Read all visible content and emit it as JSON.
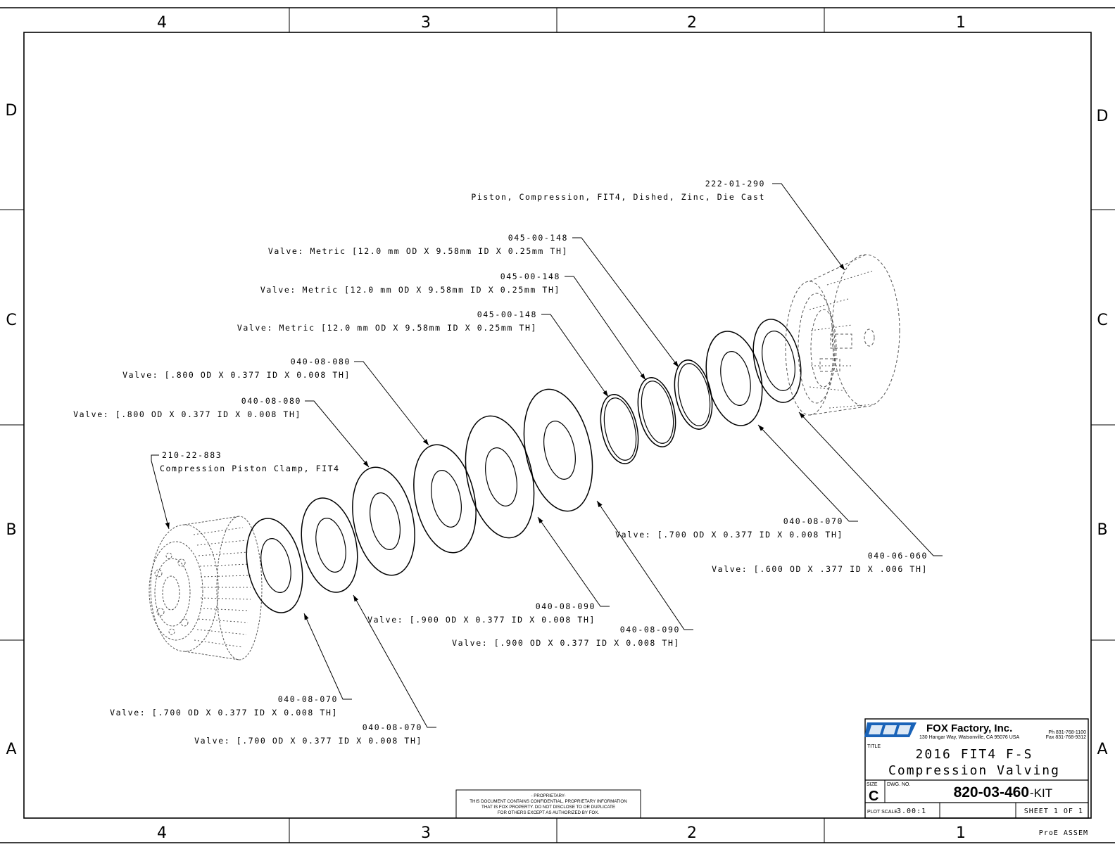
{
  "zones": {
    "cols_top": [
      "4",
      "3",
      "2",
      "1"
    ],
    "cols_bottom": [
      "4",
      "3",
      "2",
      "1"
    ],
    "rows_left": [
      "D",
      "C",
      "B",
      "A"
    ],
    "rows_right": [
      "D",
      "C",
      "B",
      "A"
    ]
  },
  "callouts": [
    {
      "part": "222-01-290",
      "desc": "Piston, Compression, FIT4, Dished, Zinc, Die Cast"
    },
    {
      "part": "045-00-148",
      "desc": "Valve: Metric [12.0 mm OD X 9.58mm ID X 0.25mm TH]"
    },
    {
      "part": "045-00-148",
      "desc": "Valve: Metric [12.0 mm OD X 9.58mm ID X 0.25mm TH]"
    },
    {
      "part": "045-00-148",
      "desc": "Valve: Metric [12.0 mm OD X 9.58mm ID X 0.25mm TH]"
    },
    {
      "part": "040-08-080",
      "desc": "Valve: [.800 OD X 0.377 ID X 0.008 TH]"
    },
    {
      "part": "040-08-080",
      "desc": "Valve: [.800 OD X 0.377 ID X 0.008 TH]"
    },
    {
      "part": "210-22-883",
      "desc": "Compression Piston Clamp, FIT4"
    },
    {
      "part": "040-08-070",
      "desc": "Valve: [.700 OD X 0.377 ID X 0.008 TH]"
    },
    {
      "part": "040-06-060",
      "desc": "Valve: [.600 OD X .377 ID X .006 TH]"
    },
    {
      "part": "040-08-090",
      "desc": "Valve: [.900 OD X 0.377 ID X 0.008 TH]"
    },
    {
      "part": "040-08-090",
      "desc": "Valve: [.900 OD X 0.377 ID X 0.008 TH]"
    },
    {
      "part": "040-08-070",
      "desc": "Valve: [.700 OD X 0.377 ID X 0.008 TH]"
    },
    {
      "part": "040-08-070",
      "desc": "Valve: [.700 OD X 0.377 ID X 0.008 TH]"
    }
  ],
  "title_block": {
    "company": "FOX Factory, Inc.",
    "address": "130 Hangar Way, Watsonville, CA 95076 USA",
    "phone": "Ph 831-768-1100",
    "fax": "Fax 831-768-9312",
    "title_label": "TITLE",
    "title_line1": "2016 FIT4 F-S",
    "title_line2": "Compression Valving",
    "size_label": "SIZE",
    "size_value": "C",
    "dwg_label": "DWG. NO.",
    "dwg_no": "820-03-460",
    "dwg_suffix": "-KIT",
    "plot_scale_label": "PLOT SCALE",
    "plot_scale_value": "3.00:1",
    "sheet": "SHEET 1 OF 1",
    "proe": "ProE ASSEM"
  },
  "proprietary": {
    "line1": "- PROPRIETARY-",
    "line2": "THIS DOCUMENT CONTAINS CONFIDENTIAL, PROPRIETARY INFORMATION",
    "line3": "THAT IS FOX PROPERTY.  DO NOT DISCLOSE TO OR DUPLICATE",
    "line4": "FOR OTHERS EXCEPT AS AUTHORIZED BY FOX."
  }
}
